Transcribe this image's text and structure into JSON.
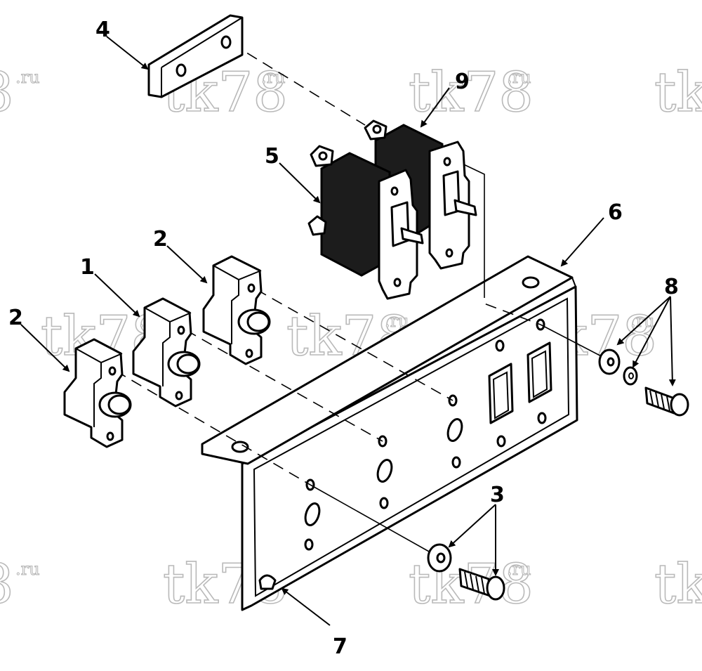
{
  "watermark": {
    "main": "tk78",
    "suffix": ".ru",
    "partial_left": "8"
  },
  "callouts": [
    {
      "id": "1",
      "label": "1"
    },
    {
      "id": "2a",
      "label": "2"
    },
    {
      "id": "2b",
      "label": "2"
    },
    {
      "id": "3",
      "label": "3"
    },
    {
      "id": "4",
      "label": "4"
    },
    {
      "id": "5",
      "label": "5"
    },
    {
      "id": "6",
      "label": "6"
    },
    {
      "id": "7",
      "label": "7"
    },
    {
      "id": "8",
      "label": "8"
    },
    {
      "id": "9",
      "label": "9"
    }
  ],
  "colors": {
    "line": "#000000",
    "background": "#ffffff",
    "watermark": "#b9b9b9"
  }
}
